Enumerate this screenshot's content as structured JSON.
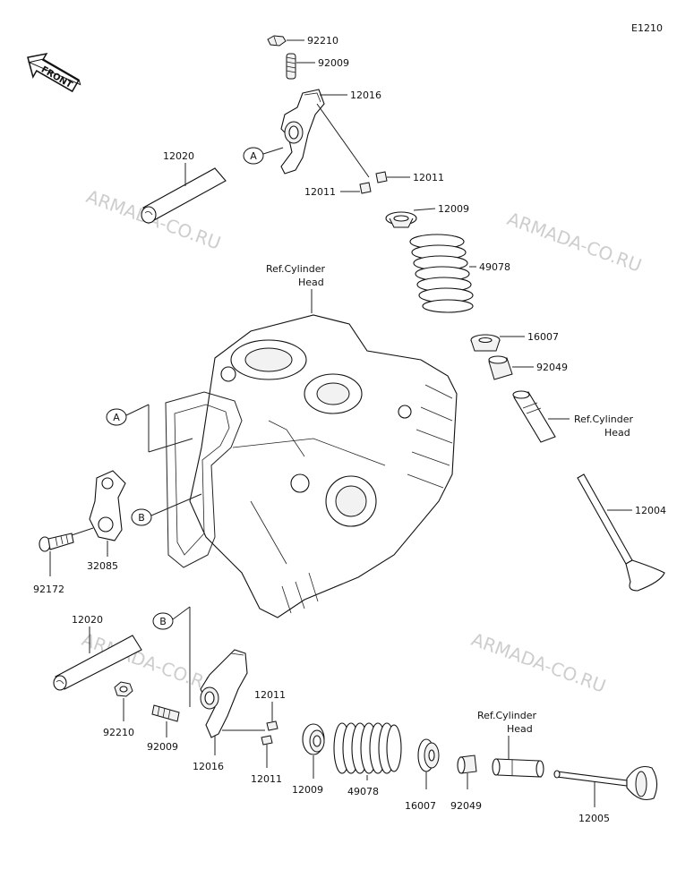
{
  "diagram_code": "E1210",
  "front_label": "FRONT",
  "watermark": "ARMADA-CO.RU",
  "callouts": {
    "A": "A",
    "B": "B"
  },
  "labels": {
    "p92210_top": "92210",
    "p92009_top": "92009",
    "p12016_top": "12016",
    "p12020_top": "12020",
    "p12011_top_right": "12011",
    "p12011_top_left": "12011",
    "p12009_top": "12009",
    "p49078_top": "49078",
    "ref_head_top_1": "Ref.Cylinder",
    "ref_head_top_2": "Head",
    "p16007_top": "16007",
    "p92049_top": "92049",
    "ref_guide_1": "Ref.Cylinder",
    "ref_guide_2": "Head",
    "p12004": "12004",
    "p92172": "92172",
    "p32085": "32085",
    "p12020_bottom": "12020",
    "p12011_bottom_upper": "12011",
    "p12011_bottom_lower": "12011",
    "p92210_bottom": "92210",
    "p92009_bottom": "92009",
    "p12016_bottom": "12016",
    "p12009_bottom": "12009",
    "p49078_bottom": "49078",
    "p16007_bottom": "16007",
    "p92049_bottom": "92049",
    "ref_bottom_1": "Ref.Cylinder",
    "ref_bottom_2": "Head",
    "p12005": "12005"
  }
}
